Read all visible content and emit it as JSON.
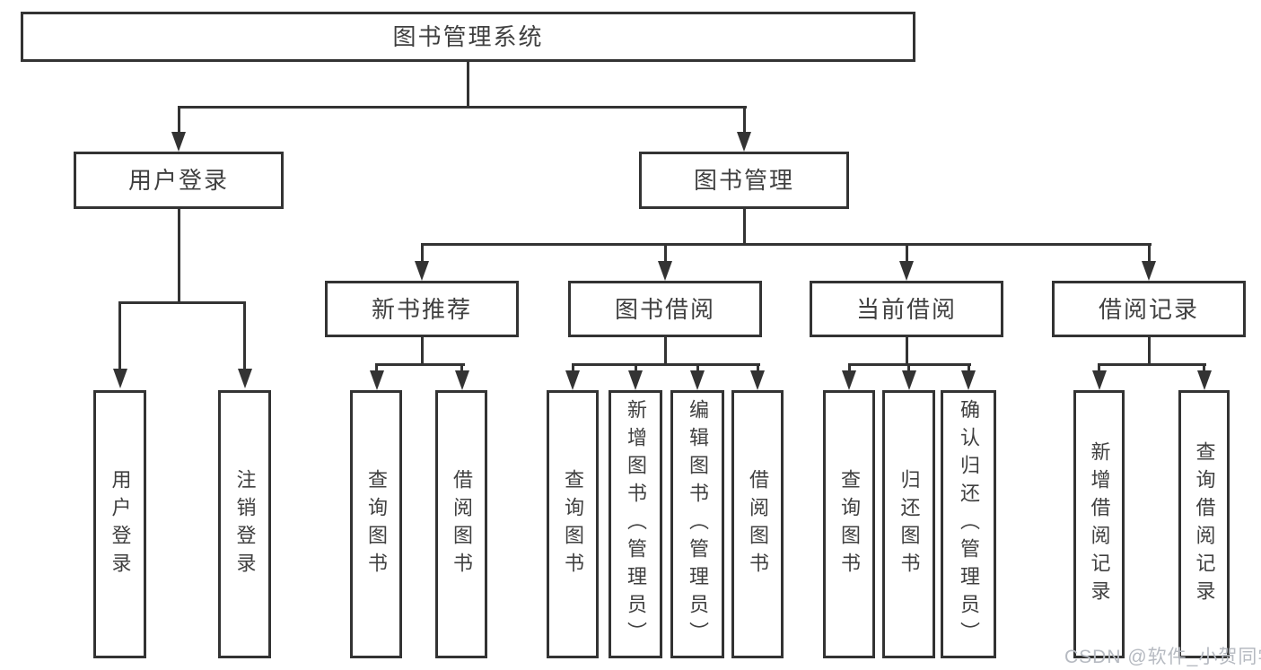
{
  "tree": {
    "root": "图书管理系统",
    "branches": [
      {
        "label": "用户登录",
        "leaves": [
          "用户登录",
          "注销登录"
        ]
      },
      {
        "label": "图书管理",
        "groups": [
          {
            "label": "新书推荐",
            "leaves": [
              "查询图书",
              "借阅图书"
            ]
          },
          {
            "label": "图书借阅",
            "leaves": [
              "查询图书",
              "新增图书（管理员）",
              "编辑图书（管理员）",
              "借阅图书"
            ]
          },
          {
            "label": "当前借阅",
            "leaves": [
              "查询图书",
              "归还图书",
              "确认归还（管理员）"
            ]
          },
          {
            "label": "借阅记录",
            "leaves": [
              "新增借阅记录",
              "查询借阅记录"
            ]
          }
        ]
      }
    ]
  },
  "watermark": "CSDN @软件_小贺同学",
  "colors": {
    "line": "#333333",
    "text": "#404040",
    "watermark": "#b6bac1",
    "background": "#ffffff"
  }
}
